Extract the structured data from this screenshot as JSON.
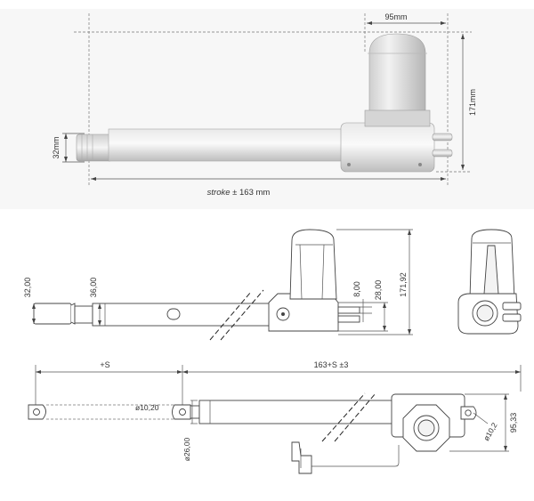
{
  "render_view": {
    "dim_width": "95mm",
    "dim_height": "171mm",
    "dim_diameter": "32mm",
    "stroke_word": "stroke",
    "stroke_value": "± 163 mm"
  },
  "side_view": {
    "dim_rod_a": "32,00",
    "dim_rod_b": "36,00",
    "dim_height": "171,92",
    "dim_bracket_a": "8,00",
    "dim_bracket_b": "28,00"
  },
  "top_view": {
    "dim_stroke": "+S",
    "dim_length": "163+S ±3",
    "dim_hole_front": "ø10,20",
    "dim_rod": "ø26,00",
    "dim_hole_rear": "ø10,2",
    "dim_width": "95,33"
  }
}
